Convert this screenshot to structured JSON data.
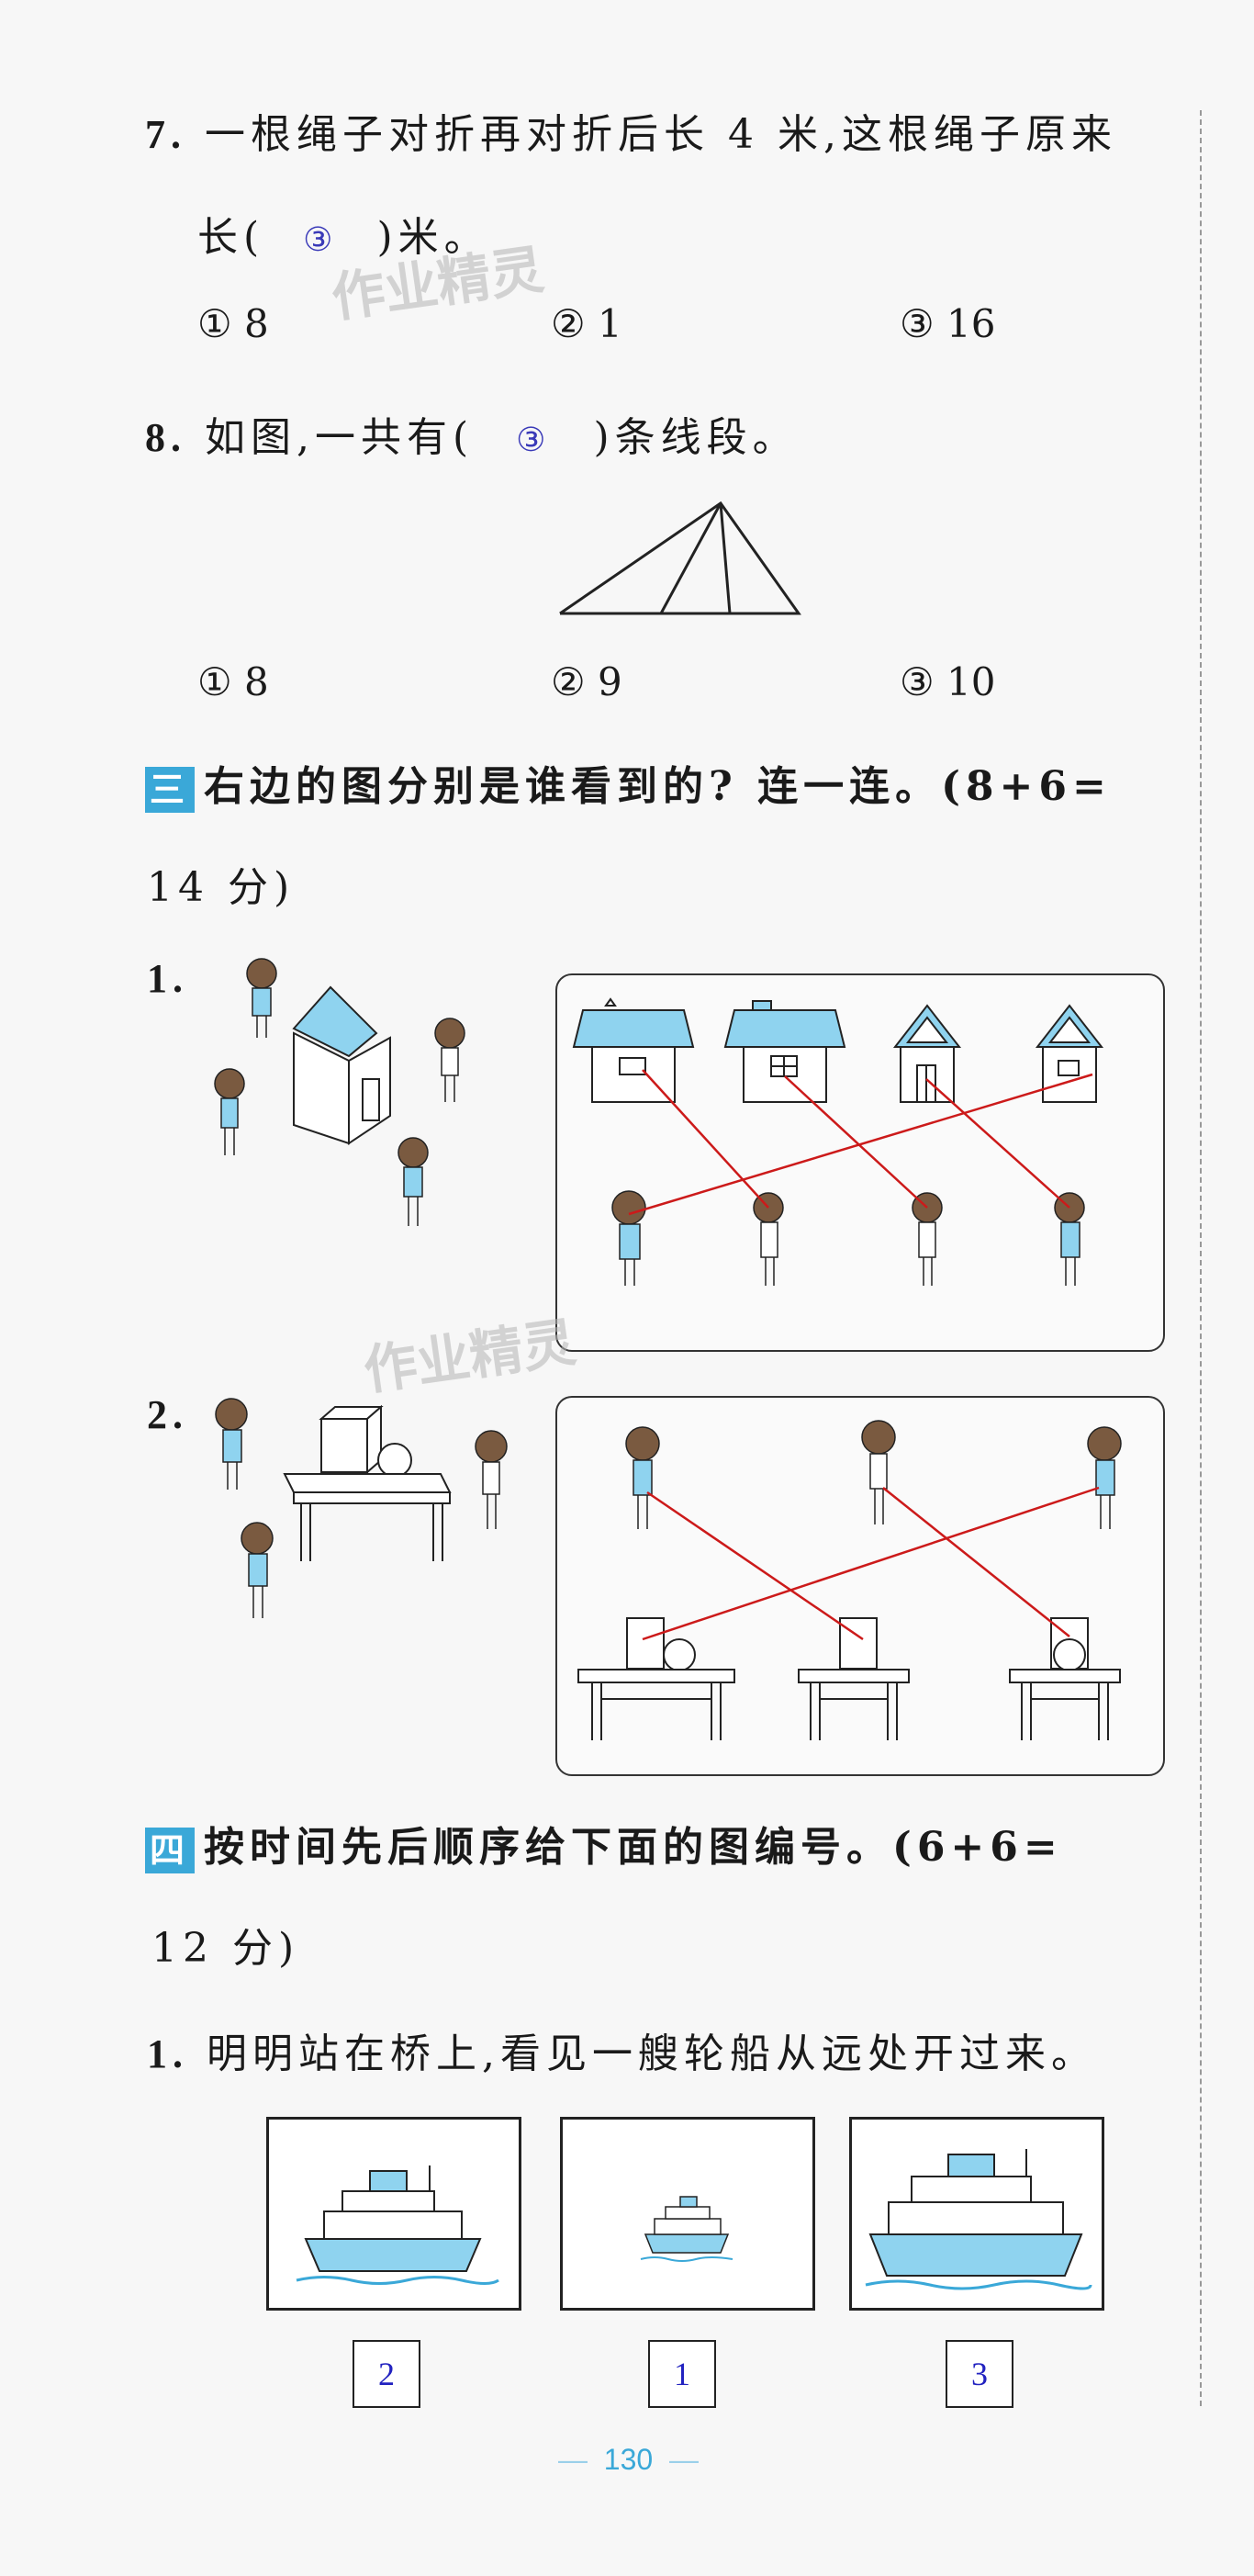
{
  "q7": {
    "number": "7.",
    "text_line1": "一根绳子对折再对折后长 4 米,这根绳子原来",
    "text_line2_prefix": "长(",
    "answer": "③",
    "text_line2_suffix": ")米。",
    "options": [
      "① 8",
      "② 1",
      "③ 16"
    ]
  },
  "q8": {
    "number": "8.",
    "text_prefix": "如图,一共有(",
    "answer": "③",
    "text_suffix": ")条线段。",
    "options": [
      "① 8",
      "② 9",
      "③ 10"
    ]
  },
  "section3": {
    "badge": "三",
    "title": "右边的图分别是谁看到的? 连一连。(8+6=",
    "title_cont": "14 分)",
    "item1": "1.",
    "item2": "2."
  },
  "section4": {
    "badge": "四",
    "title": "按时间先后顺序给下面的图编号。(6+6=",
    "title_cont": "12 分)",
    "item1_number": "1.",
    "item1_text": "明明站在桥上,看见一艘轮船从远处开过来。",
    "labels": [
      "2",
      "1",
      "3"
    ]
  },
  "watermark": "作业精灵",
  "page_number": "130",
  "colors": {
    "accent": "#3aa8d8",
    "answer": "#3a3ab8",
    "line": "#cc1a1a",
    "house": "#8fd3ef"
  }
}
